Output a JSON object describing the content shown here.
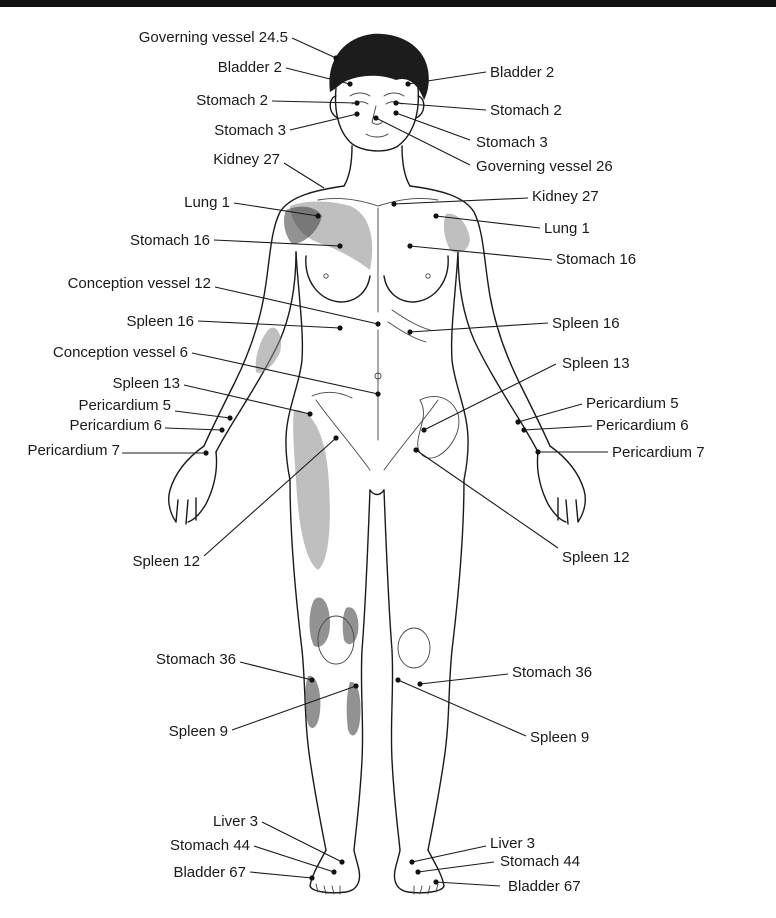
{
  "labels": {
    "left": [
      "Governing vessel 24.5",
      "Bladder 2",
      "Stomach 2",
      "Stomach 3",
      "Kidney 27",
      "Lung 1",
      "Stomach 16",
      "Conception vessel 12",
      "Spleen 16",
      "Conception vessel 6",
      "Spleen 13",
      "Pericardium 5",
      "Pericardium 6",
      "Pericardium 7",
      "Spleen 12",
      "Stomach 36",
      "Spleen 9",
      "Liver 3",
      "Stomach 44",
      "Bladder 67"
    ],
    "right": [
      "Bladder 2",
      "Stomach 2",
      "Stomach 3",
      "Governing vessel 26",
      "Kidney 27",
      "Lung 1",
      "Stomach 16",
      "Spleen 16",
      "Spleen 13",
      "Pericardium 5",
      "Pericardium 6",
      "Pericardium 7",
      "Spleen 12",
      "Stomach 36",
      "Spleen 9",
      "Liver 3",
      "Stomach 44",
      "Bladder 67"
    ]
  }
}
